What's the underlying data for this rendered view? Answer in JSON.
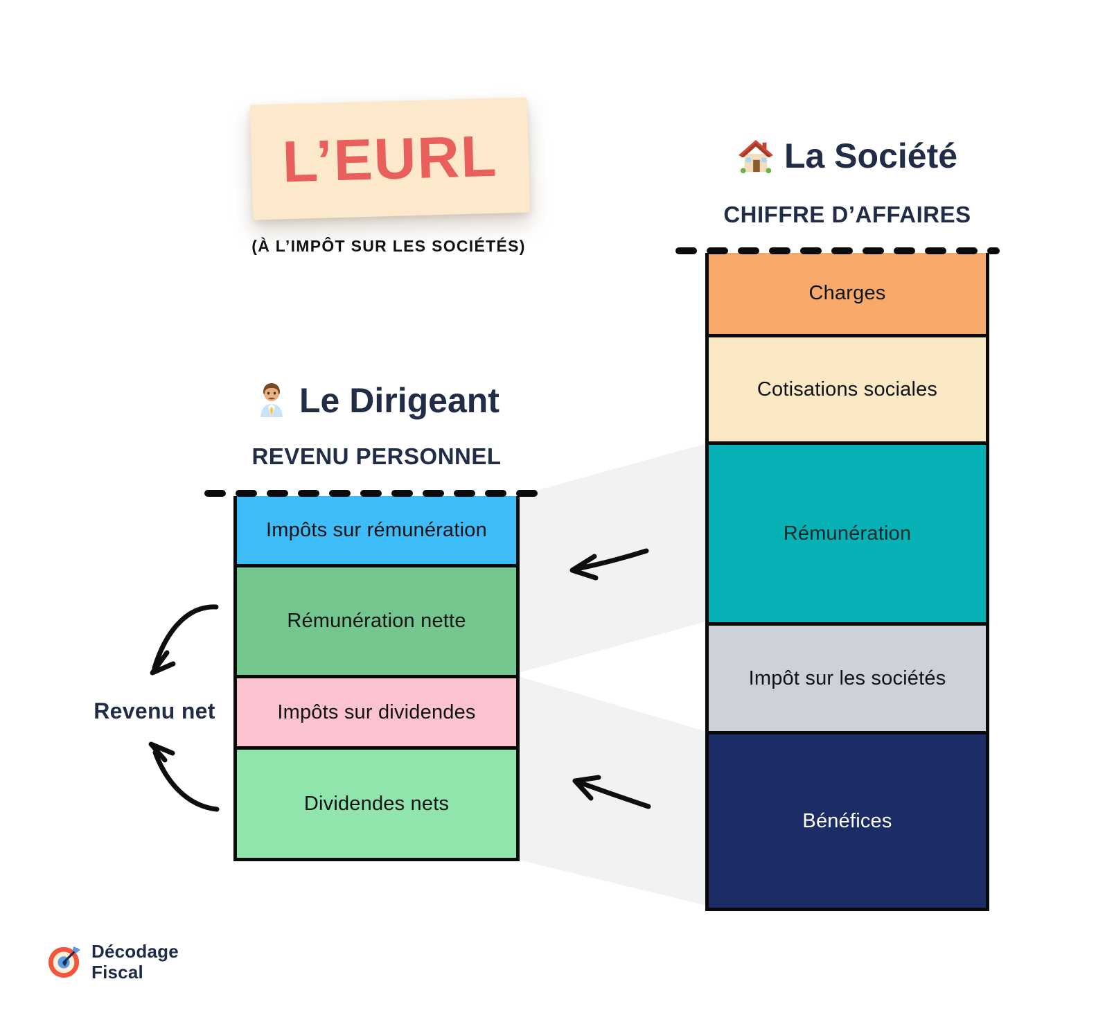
{
  "title": {
    "text": "L’EURL",
    "subtitle": "(À L’IMPÔT SUR LES SOCIÉTÉS)",
    "card_bg": "#FCE8CB",
    "color": "#E85F5C"
  },
  "company": {
    "icon": "house-icon",
    "heading": "La Société",
    "subheading": "CHIFFRE D’AFFAIRES",
    "blocks": [
      {
        "label": "Charges",
        "color": "#F6A96B",
        "text_color": "#101214"
      },
      {
        "label": "Cotisations sociales",
        "color": "#FBE9C5",
        "text_color": "#101214"
      },
      {
        "label": "Rémunération",
        "color": "#07B2B7",
        "text_color": "#06282B"
      },
      {
        "label": "Impôt sur les sociétés",
        "color": "#CDD2DA",
        "text_color": "#101214"
      },
      {
        "label": "Bénéfices",
        "color": "#1B2C66",
        "text_color": "#FFFFFF"
      }
    ]
  },
  "director": {
    "icon": "office-worker-icon",
    "heading": "Le Dirigeant",
    "subheading": "REVENU PERSONNEL",
    "blocks": [
      {
        "label": "Impôts sur rémunération",
        "color": "#3EBCF7",
        "text_color": "#101214"
      },
      {
        "label": "Rémunération nette",
        "color": "#73C78E",
        "text_color": "#101214"
      },
      {
        "label": "Impôts sur dividendes",
        "color": "#FBC3CF",
        "text_color": "#101214"
      },
      {
        "label": "Dividendes nets",
        "color": "#8FE5AC",
        "text_color": "#101214"
      }
    ]
  },
  "labels": {
    "revenu_net": "Revenu net"
  },
  "logo": {
    "line1": "Décodage",
    "line2": "Fiscal",
    "accent": "#F2543D",
    "navy": "#1E2A4A"
  },
  "style": {
    "beam_color": "#F1F2F4",
    "ink": "#0A0A0A"
  }
}
